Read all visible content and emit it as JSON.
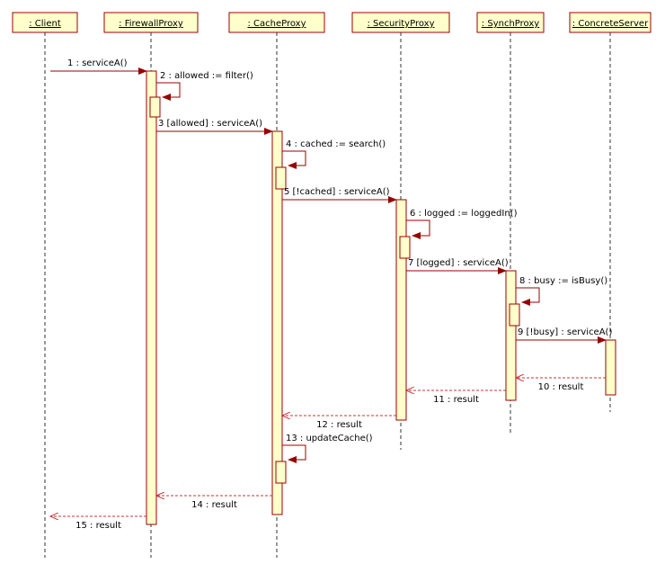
{
  "participants": [
    {
      "id": "client",
      "label": ": Client"
    },
    {
      "id": "firewall",
      "label": ": FirewallProxy"
    },
    {
      "id": "cache",
      "label": ": CacheProxy"
    },
    {
      "id": "security",
      "label": ": SecurityProxy"
    },
    {
      "id": "synch",
      "label": ": SynchProxy"
    },
    {
      "id": "server",
      "label": ": ConcreteServer"
    }
  ],
  "messages": [
    {
      "n": 1,
      "label": "1 : serviceA()",
      "from": "client",
      "to": "firewall",
      "kind": "call"
    },
    {
      "n": 2,
      "label": "2 : allowed := filter()",
      "from": "firewall",
      "to": "firewall",
      "kind": "self"
    },
    {
      "n": 3,
      "label": "3 [allowed] : serviceA()",
      "from": "firewall",
      "to": "cache",
      "kind": "call"
    },
    {
      "n": 4,
      "label": "4 : cached := search()",
      "from": "cache",
      "to": "cache",
      "kind": "self"
    },
    {
      "n": 5,
      "label": "5 [!cached] : serviceA()",
      "from": "cache",
      "to": "security",
      "kind": "call"
    },
    {
      "n": 6,
      "label": "6 : logged := loggedIn()",
      "from": "security",
      "to": "security",
      "kind": "self"
    },
    {
      "n": 7,
      "label": "7 [logged] : serviceA()",
      "from": "security",
      "to": "synch",
      "kind": "call"
    },
    {
      "n": 8,
      "label": "8 : busy := isBusy()",
      "from": "synch",
      "to": "synch",
      "kind": "self"
    },
    {
      "n": 9,
      "label": "9 [!busy] : serviceA()",
      "from": "synch",
      "to": "server",
      "kind": "call"
    },
    {
      "n": 10,
      "label": "10 : result",
      "from": "server",
      "to": "synch",
      "kind": "return"
    },
    {
      "n": 11,
      "label": "11 : result",
      "from": "synch",
      "to": "security",
      "kind": "return"
    },
    {
      "n": 12,
      "label": "12 : result",
      "from": "security",
      "to": "cache",
      "kind": "return"
    },
    {
      "n": 13,
      "label": "13 : updateCache()",
      "from": "cache",
      "to": "cache",
      "kind": "self"
    },
    {
      "n": 14,
      "label": "14 : result",
      "from": "cache",
      "to": "firewall",
      "kind": "return"
    },
    {
      "n": 15,
      "label": "15 : result",
      "from": "firewall",
      "to": "client",
      "kind": "return"
    }
  ],
  "colors": {
    "box_fill": "#ffffcc",
    "border": "#990000",
    "return_line": "#cc3333"
  }
}
